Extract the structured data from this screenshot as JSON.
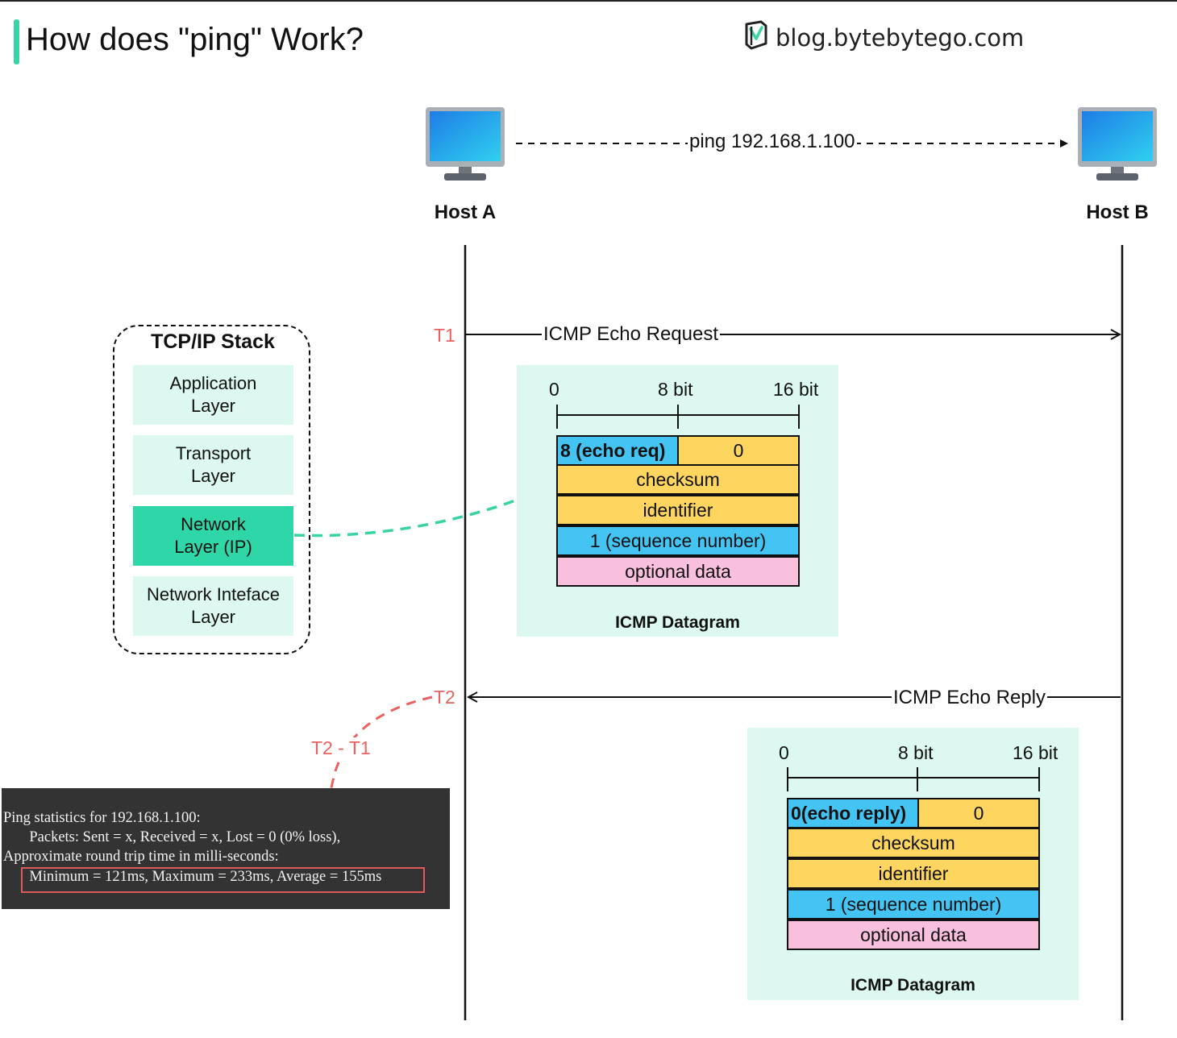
{
  "header": {
    "title": "How does \"ping\" Work?",
    "brand": "blog.bytebytego.com"
  },
  "hosts": {
    "a": {
      "label": "Host A"
    },
    "b": {
      "label": "Host B"
    }
  },
  "ping_command": "ping 192.168.1.100",
  "messages": {
    "request": {
      "label": "ICMP Echo Request",
      "time": "T1"
    },
    "reply": {
      "label": "ICMP Echo Reply",
      "time": "T2"
    },
    "rtt": "T2 - T1"
  },
  "stack": {
    "title": "TCP/IP Stack",
    "layers": [
      {
        "label": "Application\nLayer",
        "active": false
      },
      {
        "label": "Transport\nLayer",
        "active": false
      },
      {
        "label": "Network\nLayer (IP)",
        "active": true
      },
      {
        "label": "Network Inteface\nLayer",
        "active": false
      }
    ]
  },
  "datagram_request": {
    "caption": "ICMP Datagram",
    "bits": [
      "0",
      "8 bit",
      "16 bit"
    ],
    "type_field": "8 (echo req)",
    "code_field": "0",
    "checksum": "checksum",
    "identifier": "identifier",
    "sequence": "1 (sequence number)",
    "optional": "optional data"
  },
  "datagram_reply": {
    "caption": "ICMP Datagram",
    "bits": [
      "0",
      "8 bit",
      "16 bit"
    ],
    "type_field": "0(echo reply)",
    "code_field": "0",
    "checksum": "checksum",
    "identifier": "identifier",
    "sequence": "1 (sequence number)",
    "optional": "optional data"
  },
  "terminal": {
    "lines": [
      "Ping statistics for 192.168.1.100:",
      "       Packets: Sent = x, Received = x, Lost = 0 (0% loss),",
      "Approximate round trip time in milli-seconds:",
      "       Minimum = 121ms, Maximum = 233ms, Average = 155ms"
    ]
  },
  "colors": {
    "accent": "#3ad3a6",
    "panel": "#dcf8f0",
    "network_layer": "#2fd7a8",
    "field_yellow": "#fdd55f",
    "field_blue": "#44c4f2",
    "field_pink": "#f9c0de",
    "timing_red": "#e8625f",
    "terminal_bg": "#333333"
  }
}
